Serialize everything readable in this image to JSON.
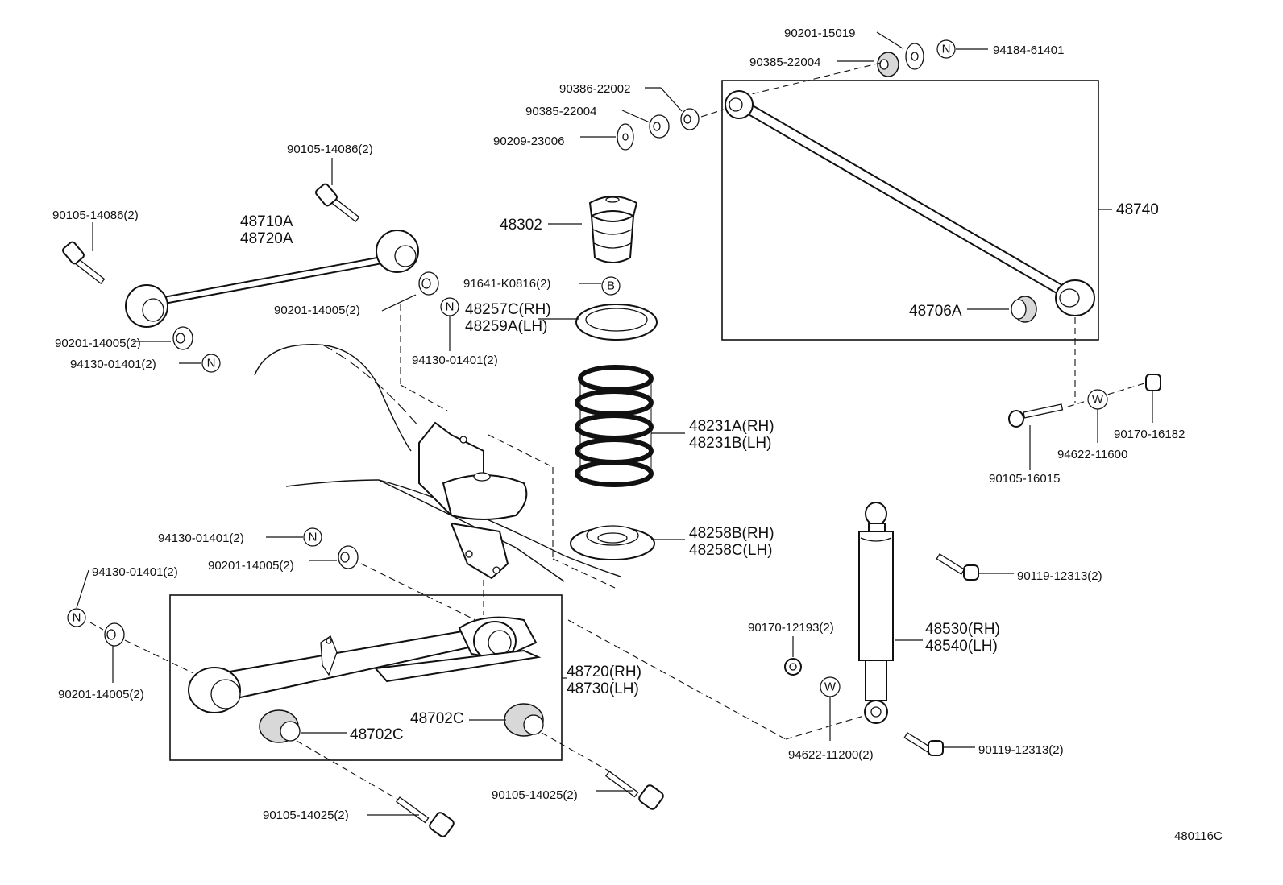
{
  "labels": {
    "p90201_15019": "90201-15019",
    "p90385_22004_top": "90385-22004",
    "p94184_61401": "94184-61401",
    "p90386_22002": "90386-22002",
    "p90385_22004": "90385-22004",
    "p90209_23006": "90209-23006",
    "p48740": "48740",
    "p48706a": "48706A",
    "p90105_14086_top": "90105-14086(2)",
    "p90105_14086_left": "90105-14086(2)",
    "p48710a": "48710A",
    "p48720a": "48720A",
    "p48302": "48302",
    "p91641_k0816": "91641-K0816(2)",
    "p90201_14005_mid": "90201-14005(2)",
    "p48257c": "48257C(RH)",
    "p48259a": "48259A(LH)",
    "p90201_14005_left": "90201-14005(2)",
    "p94130_01401_left": "94130-01401(2)",
    "p94130_01401_mid": "94130-01401(2)",
    "p48231a": "48231A(RH)",
    "p48231b": "48231B(LH)",
    "p90105_16015": "90105-16015",
    "p94622_11600": "94622-11600",
    "p90170_16182": "90170-16182",
    "p48258b": "48258B(RH)",
    "p48258c": "48258C(LH)",
    "p94130_01401_low": "94130-01401(2)",
    "p90201_14005_low": "90201-14005(2)",
    "p94130_01401_far": "94130-01401(2)",
    "p90201_14005_far": "90201-14005(2)",
    "p90119_12313_top": "90119-12313(2)",
    "p90170_12193": "90170-12193(2)",
    "p48530": "48530(RH)",
    "p48540": "48540(LH)",
    "p48720rh": "48720(RH)",
    "p48730lh": "48730(LH)",
    "p48702c_left": "48702C",
    "p48702c_right": "48702C",
    "p94622_11200": "94622-11200(2)",
    "p90119_12313_low": "90119-12313(2)",
    "p90105_14025_right": "90105-14025(2)",
    "p90105_14025_left": "90105-14025(2)",
    "figure_code": "480116C"
  },
  "symbols": {
    "n": "N",
    "b": "B",
    "w": "W"
  }
}
